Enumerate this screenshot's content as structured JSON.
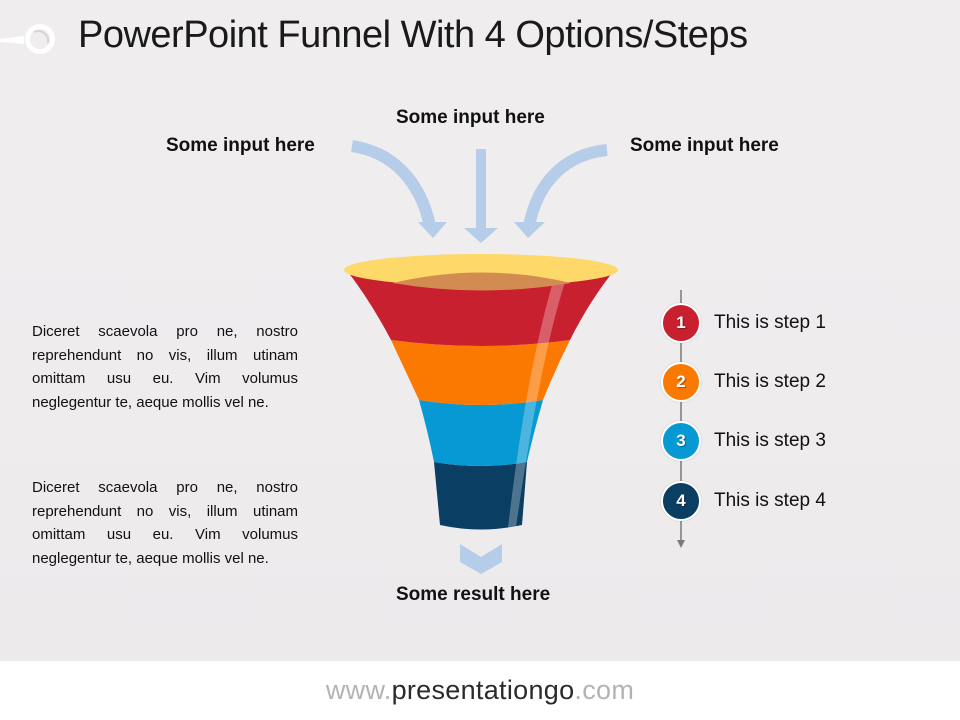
{
  "slide": {
    "title": "PowerPoint Funnel With 4 Options/Steps"
  },
  "inputs": {
    "left": "Some input here",
    "center": "Some input here",
    "right": "Some input here"
  },
  "result": {
    "label": "Some result here"
  },
  "paragraphs": [
    "Diceret scaevola pro ne, nostro reprehendunt no vis, illum utinam omittam usu eu. Vim volumus neglegentur te, aeque mollis vel ne.",
    "Diceret scaevola pro ne, nostro reprehendunt no vis, illum utinam omittam usu eu. Vim volumus neglegentur te, aeque mollis vel ne."
  ],
  "funnel": {
    "rim_color": "#fed96a",
    "inner_color": "#d28c52",
    "layers": [
      {
        "name": "layer-1",
        "color": "#c9202f"
      },
      {
        "name": "layer-2",
        "color": "#fb7901"
      },
      {
        "name": "layer-3",
        "color": "#0799d3"
      },
      {
        "name": "layer-4",
        "color": "#0b3e63"
      }
    ],
    "arrow_color": "#b6cde9"
  },
  "steps": [
    {
      "number": "1",
      "label": "This is step 1",
      "color": "#c9202f"
    },
    {
      "number": "2",
      "label": "This is step 2",
      "color": "#fb7901"
    },
    {
      "number": "3",
      "label": "This is step 3",
      "color": "#0799d3"
    },
    {
      "number": "4",
      "label": "This is step 4",
      "color": "#0b3e63"
    }
  ],
  "footer": {
    "prefix": "www.",
    "brand": "presentationgo",
    "suffix": ".com"
  }
}
